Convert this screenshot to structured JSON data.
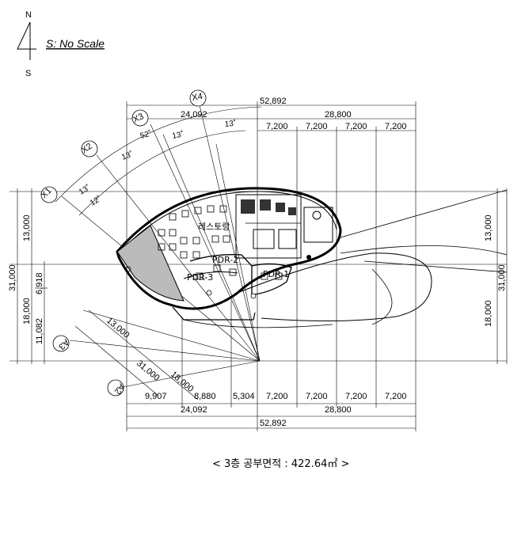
{
  "compass": {
    "north": "N",
    "south": "S"
  },
  "scale_note": "S: No Scale",
  "axes": {
    "x1": "X1",
    "x2": "X2",
    "x3": "X3",
    "x4": "X4",
    "a2": "A2",
    "a3": "A3"
  },
  "angles": {
    "a13_1": "13˚",
    "a13_2": "13˚",
    "a13_3": "13˚",
    "a13_4": "13˚",
    "a52": "52˚",
    "a12": "12˚"
  },
  "dims_top": {
    "overall": "52,892",
    "left": "24,092",
    "right": "28,800",
    "bays": [
      "7,200",
      "7,200",
      "7,200",
      "7,200"
    ]
  },
  "dims_bottom": {
    "segments": [
      "9,907",
      "8,880",
      "5,304"
    ],
    "bays": [
      "7,200",
      "7,200",
      "7,200",
      "7,200"
    ],
    "left": "24,092",
    "right": "28,800",
    "overall": "52,892"
  },
  "dims_left": {
    "upper": "13,000",
    "overall": "31,000",
    "mid": "6,918",
    "lower": "18,000",
    "lower2": "11,082"
  },
  "dims_right": {
    "upper": "13,000",
    "overall": "31,000",
    "lower": "18,000"
  },
  "dims_diag": {
    "d1": "13,000",
    "d2": "31,000",
    "d3": "18,000"
  },
  "rooms": {
    "restaurant": "레스토랑",
    "pdr1": "PDR-1",
    "pdr2": "PDR-2",
    "pdr3": "PDR-3"
  },
  "caption": "< 3층 공부면적 : 422.64㎡ >"
}
